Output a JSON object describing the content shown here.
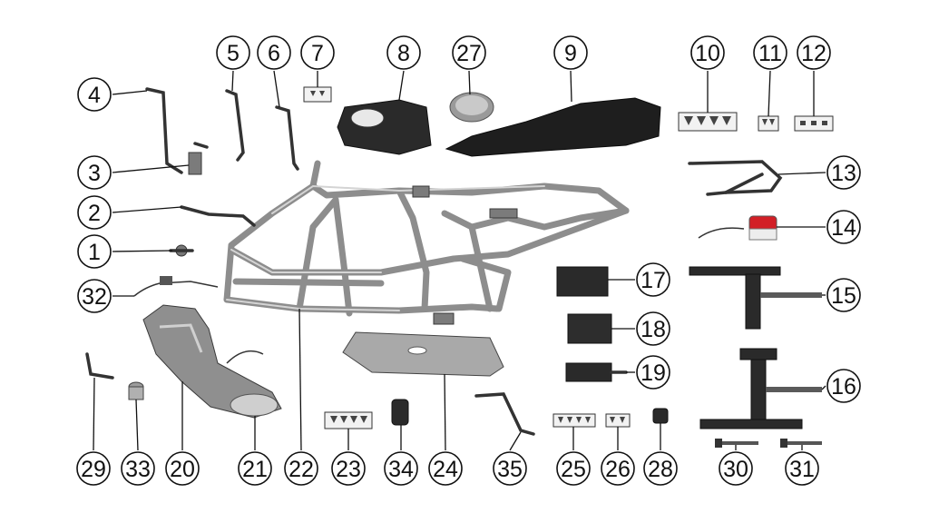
{
  "callouts": {
    "c1": "1",
    "c2": "2",
    "c3": "3",
    "c4": "4",
    "c5": "5",
    "c6": "6",
    "c7": "7",
    "c8": "8",
    "c9": "9",
    "c10": "10",
    "c11": "11",
    "c12": "12",
    "c13": "13",
    "c14": "14",
    "c15": "15",
    "c16": "16",
    "c17": "17",
    "c18": "18",
    "c19": "19",
    "c20": "20",
    "c21": "21",
    "c22": "22",
    "c23": "23",
    "c24": "24",
    "c25": "25",
    "c26": "26",
    "c27": "27",
    "c28": "28",
    "c29": "29",
    "c30": "30",
    "c31": "31",
    "c32": "32",
    "c33": "33",
    "c34": "34",
    "c35": "35"
  },
  "colors": {
    "frame": "#8d8d8d",
    "seat": "#1e1e1e",
    "tank": "#262626",
    "tail_light": "#d21f26",
    "skid_plate": "#a9a9a9"
  }
}
